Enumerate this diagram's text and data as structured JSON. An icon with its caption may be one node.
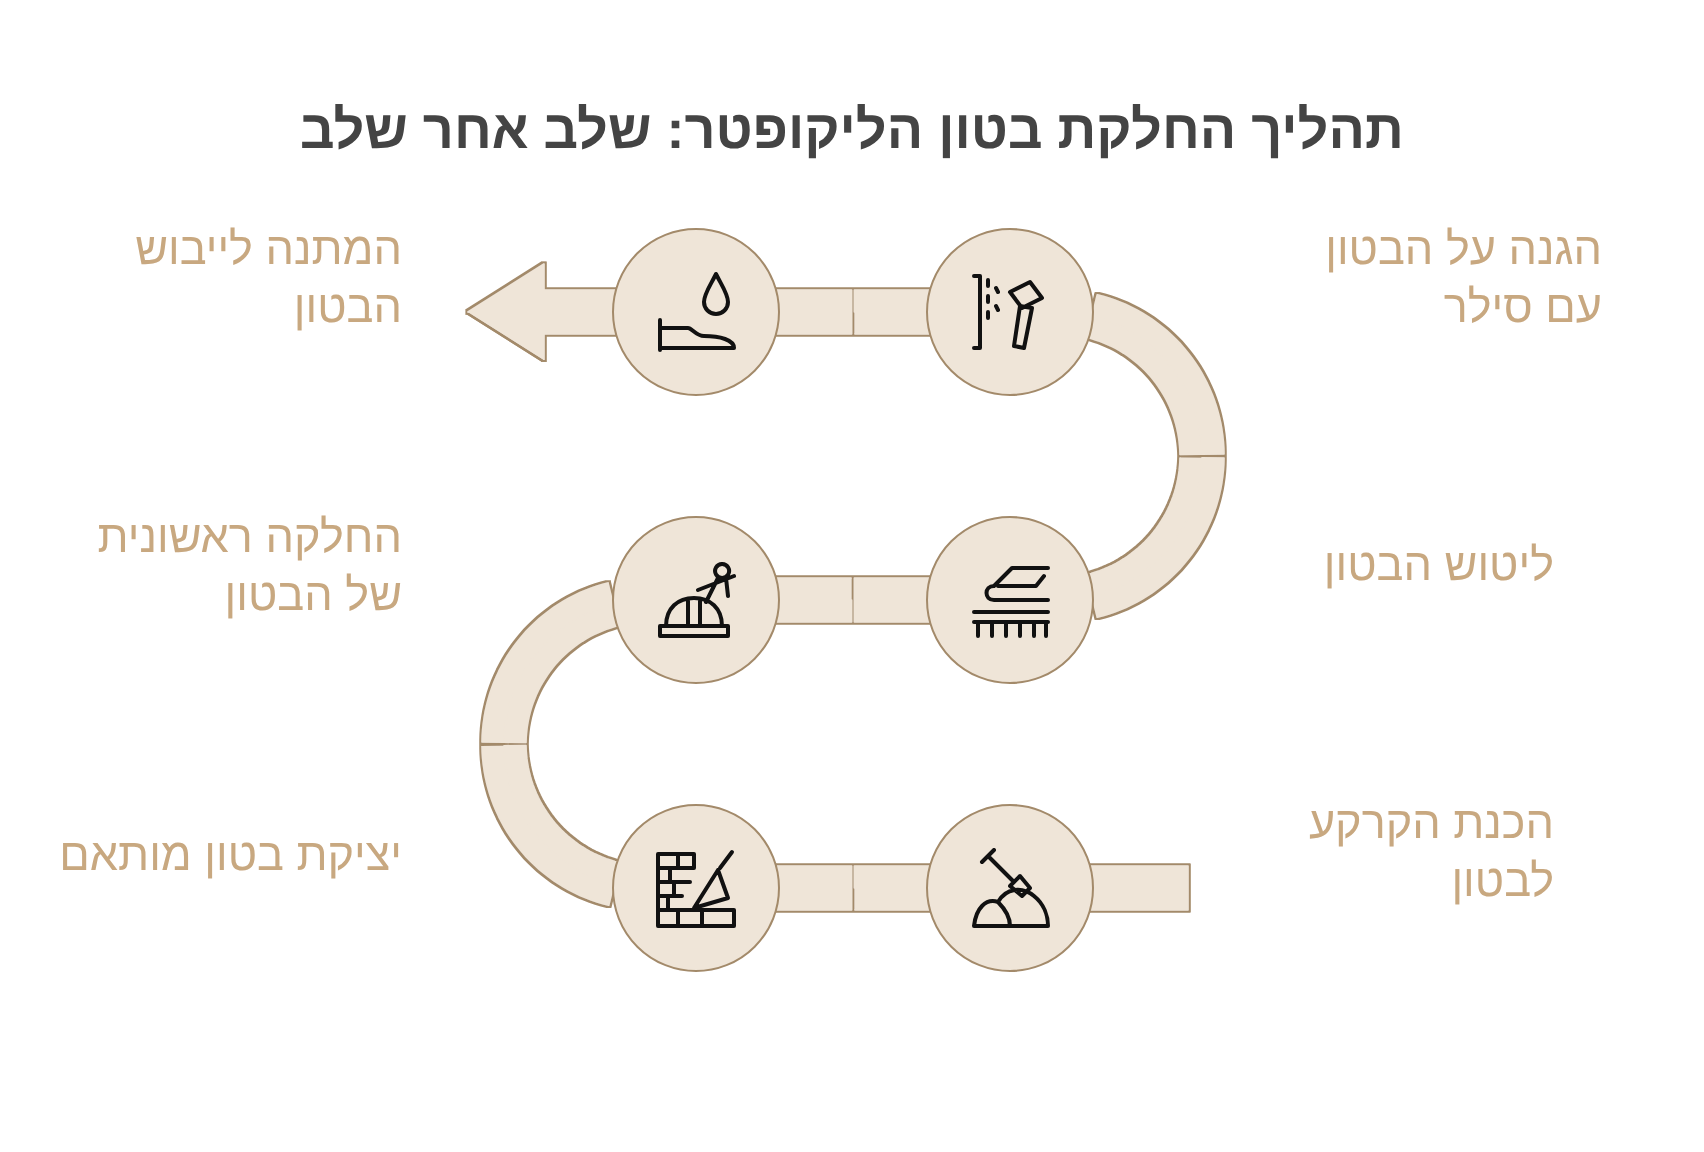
{
  "diagram": {
    "title": "תהליך החלקת בטון הליקופטר: שלב אחר שלב",
    "nodes": [
      {
        "text": [],
        "shape": "circle"
      },
      {
        "text": [],
        "shape": "circle"
      },
      {
        "text": [],
        "shape": "circle"
      },
      {
        "text": [],
        "shape": "circle"
      },
      {
        "text": [],
        "shape": "circle"
      },
      {
        "text": [],
        "shape": "circle"
      }
    ],
    "edges": [
      {
        "from": null,
        "to": 0,
        "arrow": "none"
      },
      {
        "from": 0,
        "to": 1,
        "arrow": "none"
      },
      {
        "from": 1,
        "to": 2,
        "arrow": "none"
      },
      {
        "from": 2,
        "to": 3,
        "arrow": "none"
      },
      {
        "from": 3,
        "to": 4,
        "arrow": "none"
      },
      {
        "from": 4,
        "to": 5,
        "arrow": "none"
      },
      {
        "from": 5,
        "to": null,
        "arrow": "to"
      }
    ],
    "labels": [
      "הגנה על הבטון עם סילר",
      "המתנה לייבוש הבטון",
      "ליטוש הבטון",
      "החלקה ראשונית של הבטון",
      "הכנת הקרקע לבטון",
      "יציקת בטון מותאם"
    ]
  }
}
